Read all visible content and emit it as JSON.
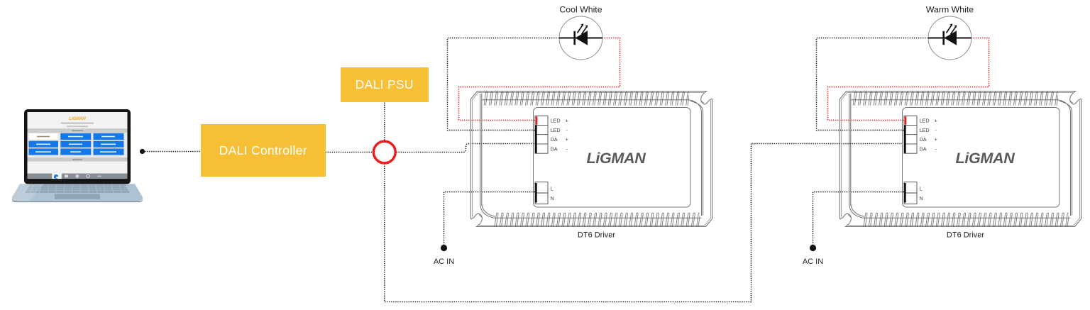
{
  "colors": {
    "accent_yellow": "#F7BF35",
    "wire_red": "#E02020",
    "wire_black": "#1C1C1C",
    "button_blue": "#1478E8",
    "screen_logo_orange": "#F9A817"
  },
  "laptop": {
    "screen_logo": "LiGMAN"
  },
  "controller": {
    "label": "DALI Controller"
  },
  "psu": {
    "label": "DALI PSU"
  },
  "leds": [
    {
      "label": "Cool White"
    },
    {
      "label": "Warm White"
    }
  ],
  "drivers": [
    {
      "logo": "LiGMAN",
      "caption": "DT6 Driver",
      "terminals": {
        "led_pos": {
          "name": "LED",
          "sign": "+"
        },
        "led_neg": {
          "name": "LED",
          "sign": "-"
        },
        "da_pos": {
          "name": "DA",
          "sign": "+"
        },
        "da_neg": {
          "name": "DA",
          "sign": "-"
        },
        "line": "L",
        "neutral": "N"
      }
    },
    {
      "logo": "LiGMAN",
      "caption": "DT6 Driver",
      "terminals": {
        "led_pos": {
          "name": "LED",
          "sign": "+"
        },
        "led_neg": {
          "name": "LED",
          "sign": "-"
        },
        "da_pos": {
          "name": "DA",
          "sign": "+"
        },
        "da_neg": {
          "name": "DA",
          "sign": "-"
        },
        "line": "L",
        "neutral": "N"
      }
    }
  ],
  "ac_inputs": [
    {
      "label": "AC IN"
    },
    {
      "label": "AC IN"
    }
  ]
}
